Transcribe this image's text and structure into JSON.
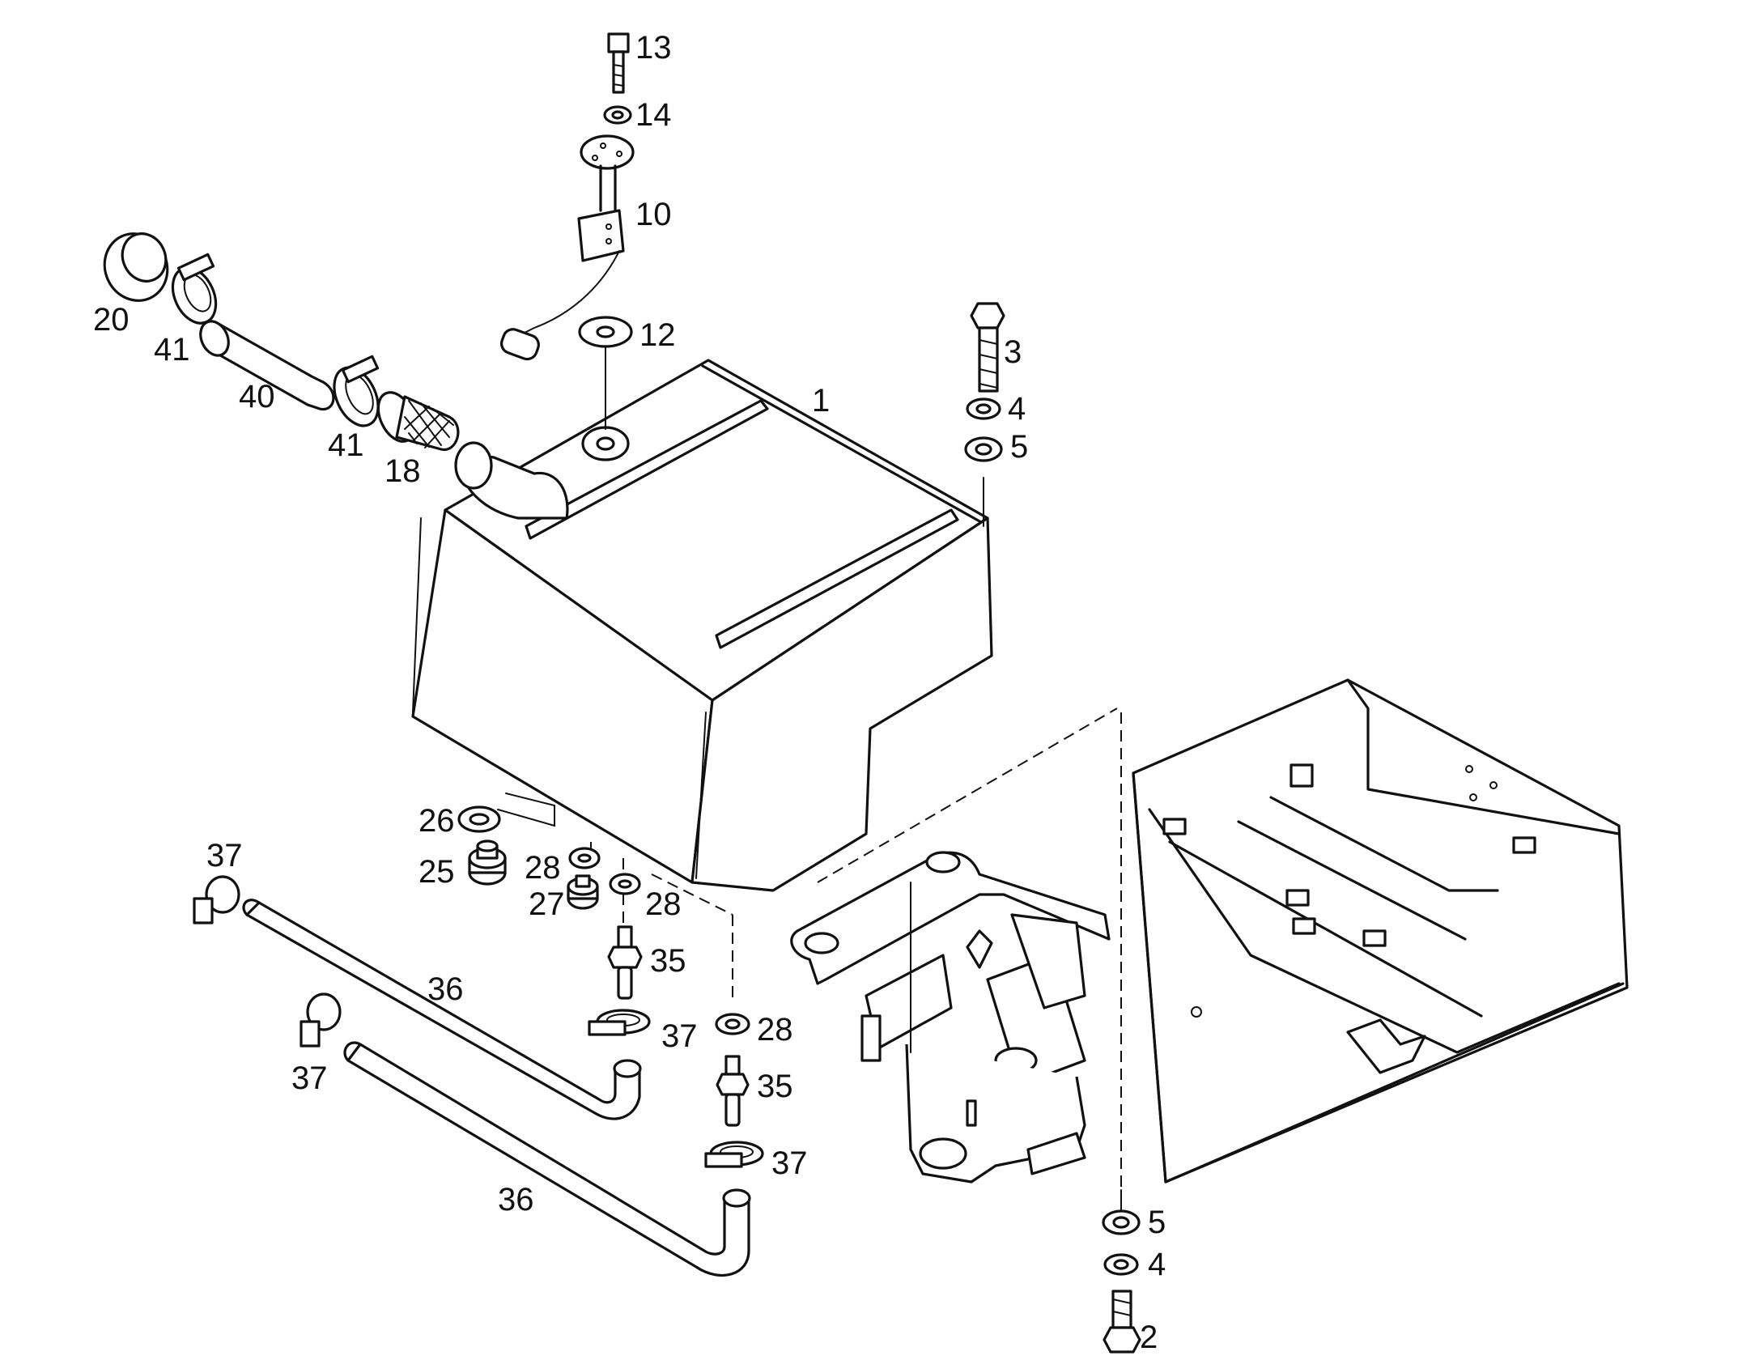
{
  "callouts": {
    "c1": "1",
    "c2": "2",
    "c3": "3",
    "c4a": "4",
    "c4b": "4",
    "c5a": "5",
    "c5b": "5",
    "c10": "10",
    "c12": "12",
    "c13": "13",
    "c14": "14",
    "c18": "18",
    "c20": "20",
    "c25": "25",
    "c26": "26",
    "c27": "27",
    "c28a": "28",
    "c28b": "28",
    "c28c": "28",
    "c35a": "35",
    "c35b": "35",
    "c36a": "36",
    "c36b": "36",
    "c37a": "37",
    "c37b": "37",
    "c37c": "37",
    "c37d": "37",
    "c40": "40",
    "c41a": "41",
    "c41b": "41"
  }
}
